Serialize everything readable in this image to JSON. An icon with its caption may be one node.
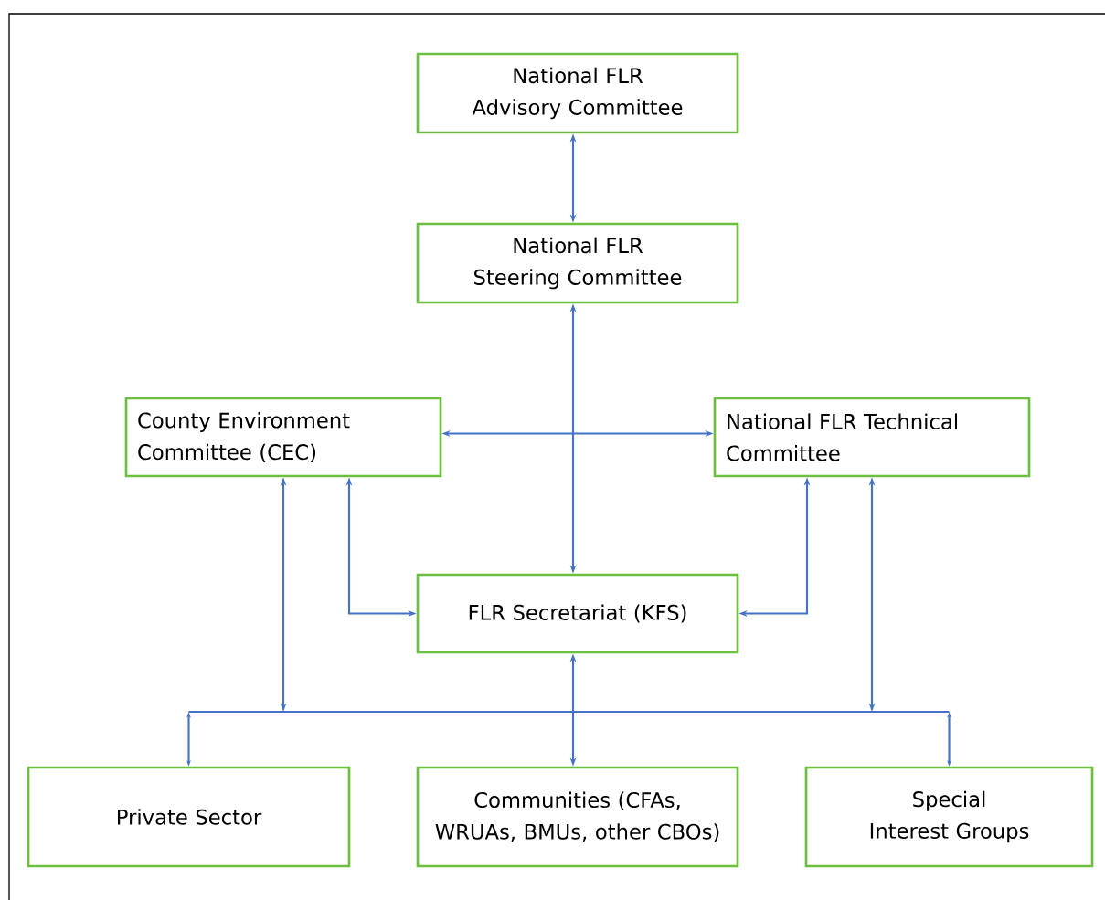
{
  "diagram": {
    "nodes": [
      {
        "text": [
          "National FLR Advisory Committee"
        ]
      },
      {
        "text": [
          "National FLR Steering Committee"
        ]
      },
      {
        "text": [
          "County Environment Committee (CEC)"
        ]
      },
      {
        "text": [
          "National FLR Technical Committee"
        ]
      },
      {
        "text": [
          "FLR Secretariat (KFS)"
        ]
      },
      {
        "text": [
          "Private Sector"
        ]
      },
      {
        "text": [
          "Communities (CFAs, WRUAs, BMUs, other CBOs)"
        ]
      },
      {
        "text": [
          "Special Interest Groups"
        ]
      }
    ],
    "edges": [
      {
        "from": 0,
        "to": 1,
        "arrow": "both"
      },
      {
        "from": 1,
        "to": 4,
        "arrow": "both"
      },
      {
        "from": 2,
        "to": 3,
        "arrow": "both"
      },
      {
        "from": 2,
        "to": 4,
        "arrow": "both"
      },
      {
        "from": 3,
        "to": 4,
        "arrow": "both"
      },
      {
        "from": 4,
        "to": 6,
        "arrow": "both"
      },
      {
        "from": 2,
        "to": 5,
        "arrow": "both"
      },
      {
        "from": 2,
        "to": 7,
        "arrow": "both"
      },
      {
        "from": 3,
        "to": 5,
        "arrow": "both"
      },
      {
        "from": 3,
        "to": 7,
        "arrow": "both"
      }
    ]
  }
}
